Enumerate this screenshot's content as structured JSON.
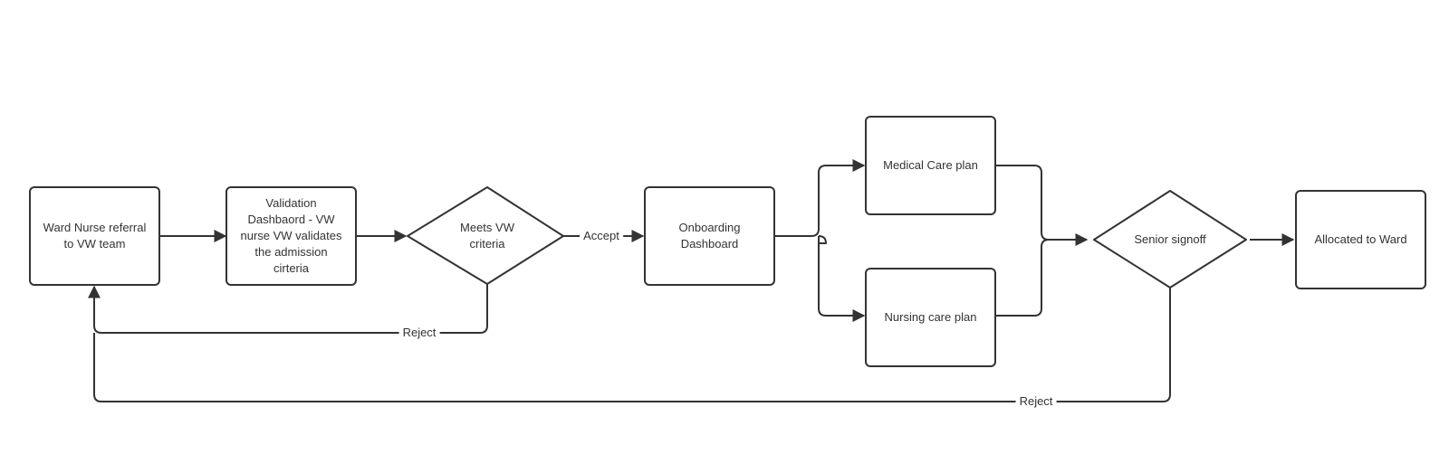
{
  "diagram": {
    "nodes": {
      "ward_nurse": "Ward Nurse referral to VW team",
      "validation": "Validation Dashbaord - VW nurse VW validates the admission cirteria",
      "meets_criteria": "Meets VW criteria",
      "onboarding": "Onboarding Dashboard",
      "medical_plan": "Medical Care plan",
      "nursing_plan": "Nursing care plan",
      "senior_signoff": "Senior signoff",
      "allocated": "Allocated to Ward"
    },
    "edges": {
      "accept": "Accept",
      "reject_criteria": "Reject",
      "reject_signoff": "Reject"
    },
    "colors": {
      "stroke": "#333333",
      "text": "#333333",
      "background": "#ffffff"
    }
  }
}
